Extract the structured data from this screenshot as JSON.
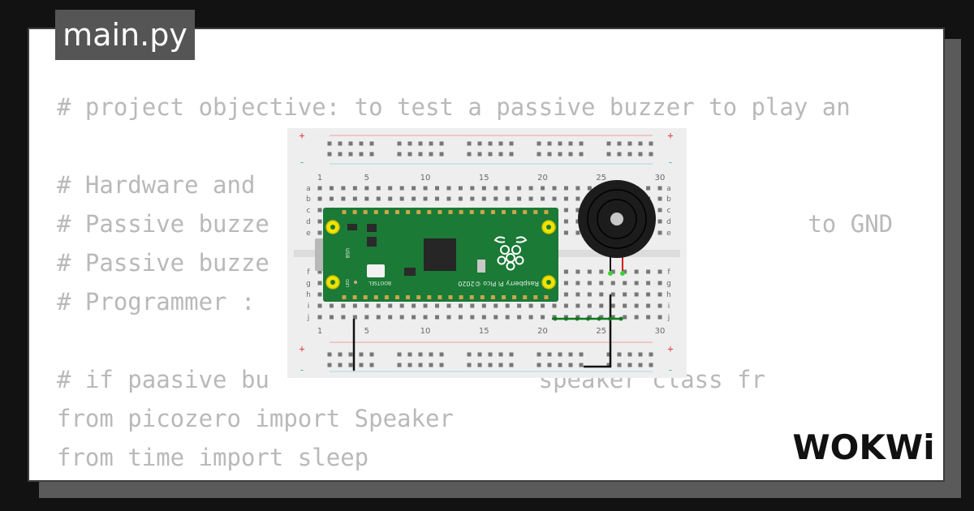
{
  "file_tab": {
    "label": "main.py"
  },
  "code_lines": [
    "# project objective: to test a passive buzzer to play an",
    "",
    "# Hardware and",
    "# Passive buzze                                      to GND",
    "# Passive buzze",
    "# Programmer :",
    "",
    "# if paasive bu                   speaker class fr",
    "from picozero import Speaker",
    "from time import sleep"
  ],
  "breadboard": {
    "column_numbers": [
      "1",
      "5",
      "10",
      "15",
      "20",
      "25",
      "30"
    ],
    "row_letters_top": [
      "a",
      "b",
      "c",
      "d",
      "e"
    ],
    "row_letters_bottom": [
      "f",
      "g",
      "h",
      "i",
      "j"
    ],
    "rail_plus": "+",
    "rail_minus": "-"
  },
  "pico": {
    "name_label": "Raspberry Pi Pico ©2020",
    "bootsel_label": "BOOTSEL",
    "usb_label": "USB",
    "led_label": "LED"
  },
  "brand": {
    "logo_text": "WOKWi"
  },
  "colors": {
    "background": "#121212",
    "card": "#ffffff",
    "tab": "#555555",
    "code_text": "#b9b9b9",
    "pcb_green": "#1a7a36",
    "wire_black": "#111111",
    "wire_green": "#0e7a1e",
    "buzzer_wire_red": "#d61b1b",
    "pin_gold": "#f1e300"
  }
}
